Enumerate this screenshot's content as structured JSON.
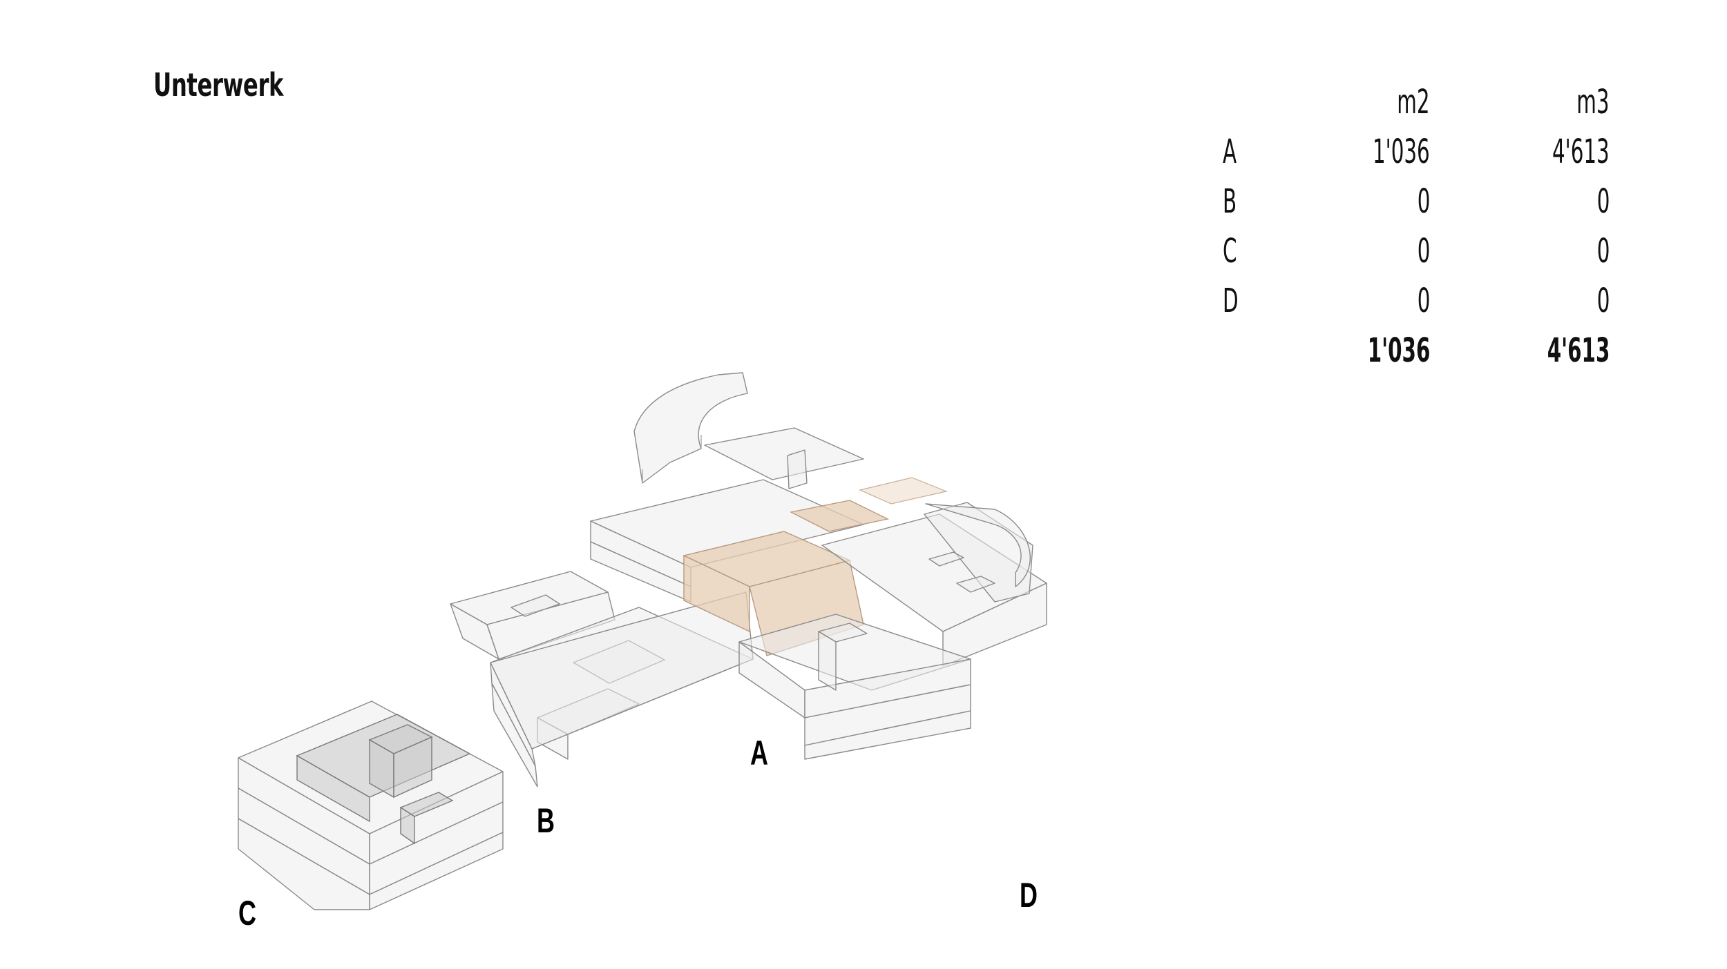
{
  "title": "Unterwerk",
  "table": {
    "headers": [
      "",
      "m2",
      "m3"
    ],
    "rows": [
      {
        "label": "A",
        "m2": "1'036",
        "m3": "4'613"
      },
      {
        "label": "B",
        "m2": "0",
        "m3": "0"
      },
      {
        "label": "C",
        "m2": "0",
        "m3": "0"
      },
      {
        "label": "D",
        "m2": "0",
        "m3": "0"
      }
    ],
    "total": {
      "m2": "1'036",
      "m3": "4'613"
    }
  },
  "site_labels": [
    "A",
    "B",
    "C",
    "D"
  ],
  "colors": {
    "accent": "#e6cdb4",
    "block": "#ececec",
    "outline": "#8a8a8a"
  }
}
